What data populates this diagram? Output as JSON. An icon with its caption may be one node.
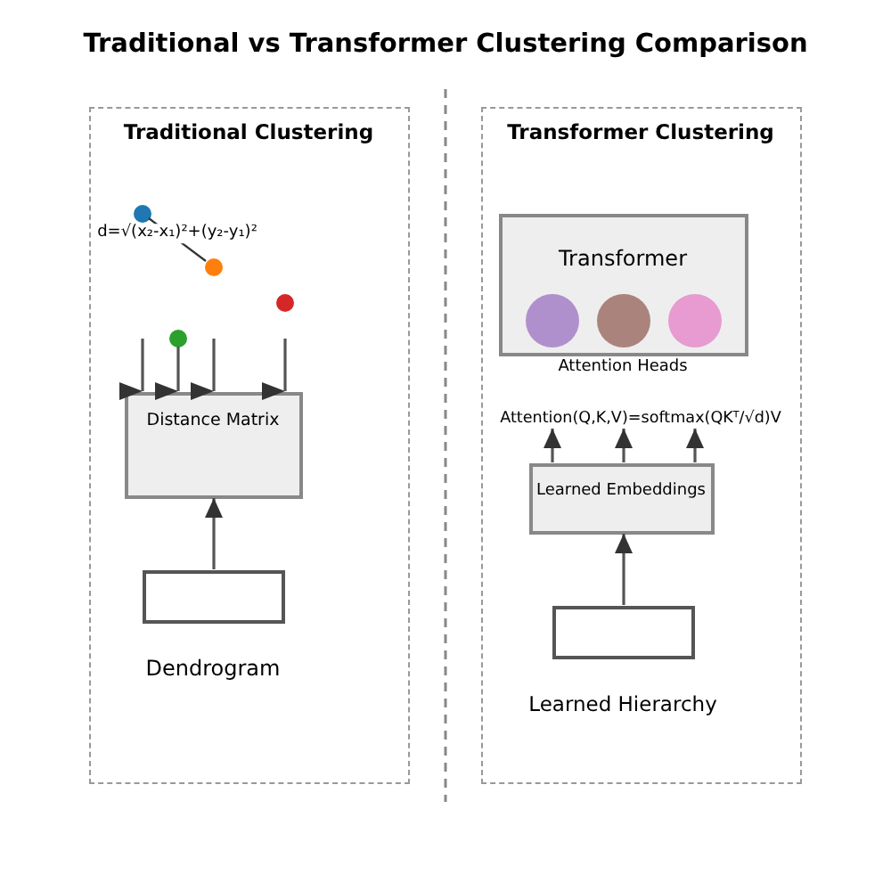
{
  "diagram": {
    "title": "Traditional vs Transformer Clustering Comparison",
    "nodes": [
      {
        "text": [
          "Traditional Clustering"
        ]
      },
      {
        "text": [],
        "shape": "circle",
        "in": 0
      },
      {
        "text": [],
        "shape": "circle",
        "in": 0
      },
      {
        "text": [],
        "shape": "circle",
        "in": 0
      },
      {
        "text": [],
        "shape": "circle",
        "in": 0
      },
      {
        "text": [
          "Distance Matrix"
        ],
        "in": 0
      },
      {
        "text": [],
        "shape": "box",
        "in": 0,
        "beside": [
          "Dendrogram"
        ]
      },
      {
        "text": [
          "Transformer Clustering"
        ]
      },
      {
        "text": [
          "Transformer"
        ],
        "in": 7,
        "beside": [
          "Attention Heads"
        ]
      },
      {
        "text": [],
        "shape": "circle",
        "in": 8
      },
      {
        "text": [],
        "shape": "circle",
        "in": 8
      },
      {
        "text": [],
        "shape": "circle",
        "in": 8
      },
      {
        "text": [
          "Attention(Q,K,V)=softmax(QKᵀ/√d)V"
        ],
        "in": 7
      },
      {
        "text": [
          "Learned Embeddings"
        ],
        "in": 7
      },
      {
        "text": [],
        "shape": "box",
        "in": 7,
        "beside": [
          "Learned Hierarchy"
        ]
      }
    ],
    "edges": [
      {
        "from": 1,
        "to": 3,
        "arrow": "none",
        "label": "d=√(x₂-x₁)²+(y₂-y₁)²"
      },
      {
        "from": null,
        "to": 5,
        "arrow": "to"
      },
      {
        "from": 2,
        "to": 5,
        "arrow": "to"
      },
      {
        "from": null,
        "to": 5,
        "arrow": "to"
      },
      {
        "from": null,
        "to": 5,
        "arrow": "to"
      },
      {
        "from": 6,
        "to": 5,
        "arrow": "to"
      },
      {
        "from": 13,
        "to": 12,
        "arrow": "to"
      },
      {
        "from": 13,
        "to": 12,
        "arrow": "to"
      },
      {
        "from": 13,
        "to": 12,
        "arrow": "to"
      },
      {
        "from": 14,
        "to": 13,
        "arrow": "to"
      }
    ]
  }
}
